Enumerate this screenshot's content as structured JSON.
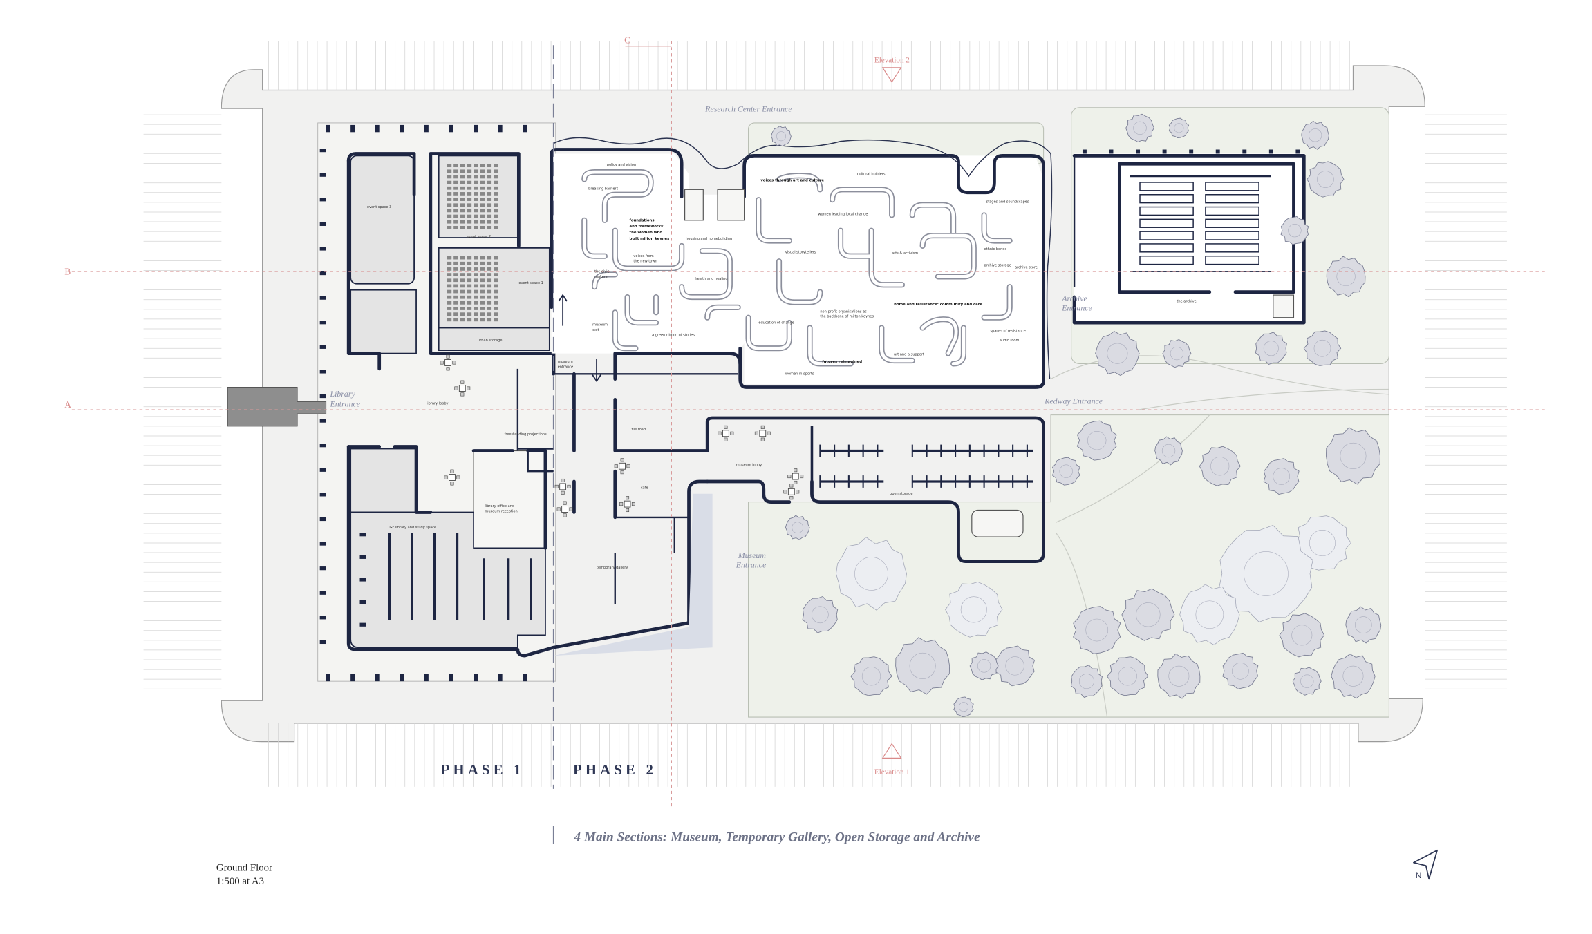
{
  "section_labels": {
    "a": "A",
    "b": "B",
    "c": "C"
  },
  "elevations": {
    "top": "Elevation 2",
    "bottom": "Elevation 1"
  },
  "entrances": {
    "research": "Research Center Entrance",
    "library_1": "Library",
    "library_2": "Entrance",
    "archive_1": "Archive",
    "archive_2": "Entrance",
    "redway": "Redway Entrance",
    "museum_1": "Museum",
    "museum_2": "Entrance"
  },
  "rooms": {
    "event_space_3": "event space 3",
    "event_space_2": "event space 2",
    "event_space_1": "event space 1",
    "urban_storage": "urban storage",
    "library_lobby": "library lobby",
    "freestanding_projections": "freestanding projections",
    "library_study_space": "GF library and study space",
    "library_office_1": "library office and",
    "library_office_2": "museum reception",
    "cafe": "cafe",
    "temporary_gallery": "temporary gallery",
    "museum_lobby": "museum lobby",
    "open_storage": "open storage",
    "museum_entrance_1": "museum",
    "museum_entrance_2": "entrance",
    "museum_exit_1": "museum",
    "museum_exit_2": "exit",
    "the_archive": "the archive",
    "archive_store": "archive store",
    "archive_storage": "archive storage",
    "audio_room": "audio room",
    "spaces_of_resistance": "spaces of resistance",
    "stages_soundscapes": "stages and soundscapes",
    "cultural_builders": "cultural builders",
    "voices_art_culture": "voices through art and culture",
    "women_leading_change": "women leading local change",
    "policy_vision": "policy and vision",
    "breaking_barriers": "breaking barriers",
    "foundations_1": "foundations",
    "foundations_2": "and frameworks:",
    "foundations_3": "the women who",
    "foundations_4": "built milton keynes",
    "voices_new_town_1": "voices from",
    "voices_new_town_2": "the new town",
    "the_civic_makers_1": "the civic",
    "the_civic_makers_2": "makers",
    "housing": "housing and homebuilding",
    "health": "health and healing",
    "visual_storytellers": "visual storytellers",
    "arts_activism": "arts & activism",
    "ethnic_bonds": "ethnic bonds",
    "education": "education of change",
    "green_ribbon": "a green ribbon of stories",
    "non_profit_1": "non-profit organisations as",
    "non_profit_2": "the backbone of milton keynes",
    "home_resistance": "home and resistance: community and care",
    "art_support": "art and a support",
    "futures": "futures reimagined",
    "women_sports": "women in sports",
    "museum_exit": "museum exit",
    "file_road": "file road"
  },
  "phases": {
    "one": "PHASE 1",
    "two": "PHASE 2"
  },
  "subtitle": "4 Main Sections: Museum, Temporary Gallery, Open Storage and Archive",
  "floor": {
    "name": "Ground Floor",
    "scale": "1:500 at A3"
  },
  "north_arrow": {
    "letter": "N"
  }
}
